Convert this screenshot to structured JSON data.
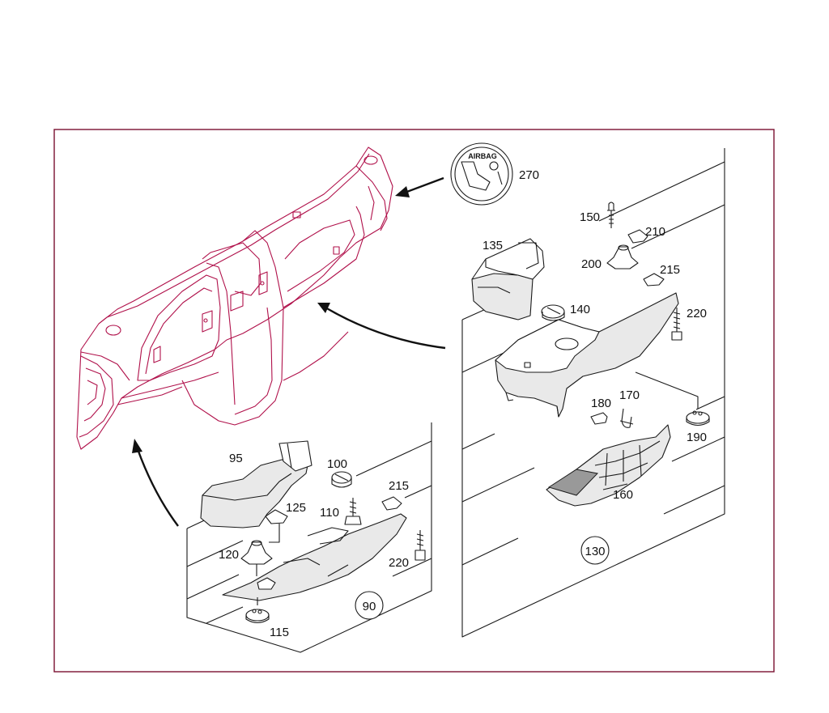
{
  "diagram": {
    "callouts": {
      "c270": "270",
      "c150": "150",
      "c210": "210",
      "c200": "200",
      "c215a": "215",
      "c135": "135",
      "c140": "140",
      "c220a": "220",
      "c180": "180",
      "c170": "170",
      "c190": "190",
      "c160": "160",
      "c130": "130",
      "c95": "95",
      "c100": "100",
      "c215b": "215",
      "c125": "125",
      "c110": "110",
      "c120": "120",
      "c220b": "220",
      "c90": "90",
      "c115": "115"
    },
    "label_badge": {
      "text": "AIRBAG"
    },
    "colors": {
      "frame": "#7a1030",
      "dashboard_outline": "#b0104a",
      "parts": "#1a1a1a"
    }
  }
}
